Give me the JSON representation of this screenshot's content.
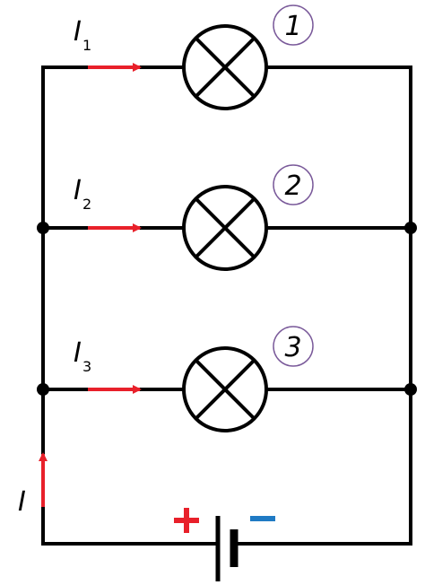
{
  "colors": {
    "wire": "#000000",
    "current_arrow": "#e8202a",
    "badge_border": "#7a5a9a",
    "plus_sign": "#e8202a",
    "minus_sign": "#1f7ac4"
  },
  "branches": [
    {
      "current_symbol": "I",
      "current_subscript": "1",
      "lamp_number": "1"
    },
    {
      "current_symbol": "I",
      "current_subscript": "2",
      "lamp_number": "2"
    },
    {
      "current_symbol": "I",
      "current_subscript": "3",
      "lamp_number": "3"
    }
  ],
  "source": {
    "current_symbol": "I",
    "plus_icon": "plus-sign",
    "minus_icon": "minus-sign"
  }
}
